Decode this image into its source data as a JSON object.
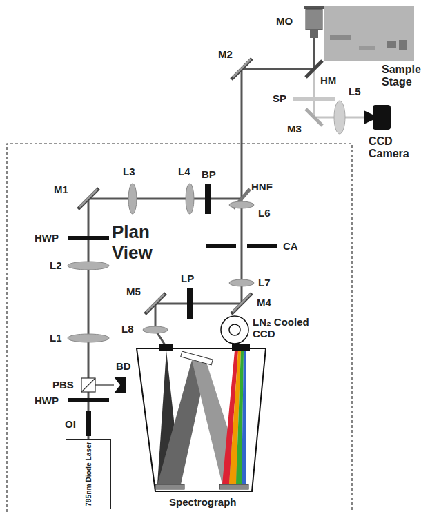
{
  "diagram": {
    "nodes": [
      {
        "text": [
          "785nm Diode Laser"
        ]
      }
    ],
    "labels": [
      "MO",
      "M2",
      "HM",
      "Sample Stage",
      "SP",
      "L5",
      "M3",
      "CCD Camera",
      "M1",
      "L3",
      "L4",
      "BP",
      "HNF",
      "L6",
      "HWP",
      "Plan View",
      "L2",
      "CA",
      "L1",
      "LP",
      "L7",
      "M4",
      "M5",
      "L8",
      "LN₂ Cooled CCD",
      "PBS",
      "BD",
      "HWP",
      "OI",
      "Spectrograph"
    ]
  }
}
